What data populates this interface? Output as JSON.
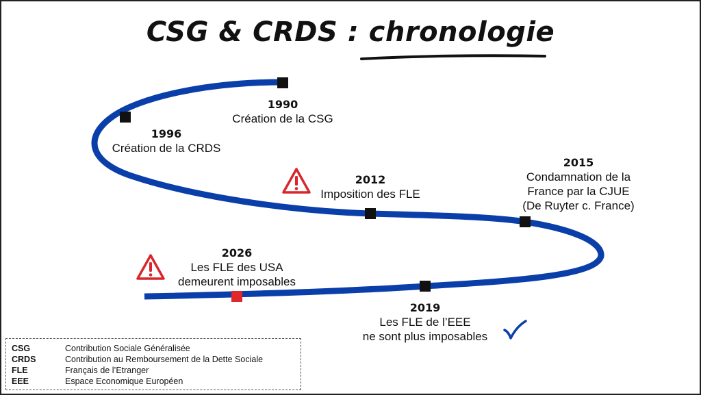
{
  "title": "CSG & CRDS : chronologie",
  "events": [
    {
      "year": "1990",
      "lines": [
        "Création de la CSG"
      ]
    },
    {
      "year": "1996",
      "lines": [
        "Création de la CRDS"
      ]
    },
    {
      "year": "2012",
      "lines": [
        "Imposition des FLE"
      ]
    },
    {
      "year": "2015",
      "lines": [
        "Condamnation de la",
        "France par la CJUE",
        "(De Ruyter c. France)"
      ]
    },
    {
      "year": "2019",
      "lines": [
        "Les FLE de l’EEE",
        "ne sont plus imposables"
      ]
    },
    {
      "year": "2026",
      "lines": [
        "Les FLE des USA",
        "demeurent imposables"
      ]
    }
  ],
  "legend": [
    {
      "abbr": "CSG",
      "definition": "Contribution Sociale Généralisée"
    },
    {
      "abbr": "CRDS",
      "definition": "Contribution au Remboursement de la Dette Sociale"
    },
    {
      "abbr": "FLE",
      "definition": "Français de l’Etranger"
    },
    {
      "abbr": "EEE",
      "definition": "Espace Economique Européen"
    }
  ],
  "colors": {
    "track": "#0a3faa",
    "marker": "#111111",
    "future_marker": "#e0292b",
    "warning": "#d9252b",
    "check": "#0a3faa"
  }
}
